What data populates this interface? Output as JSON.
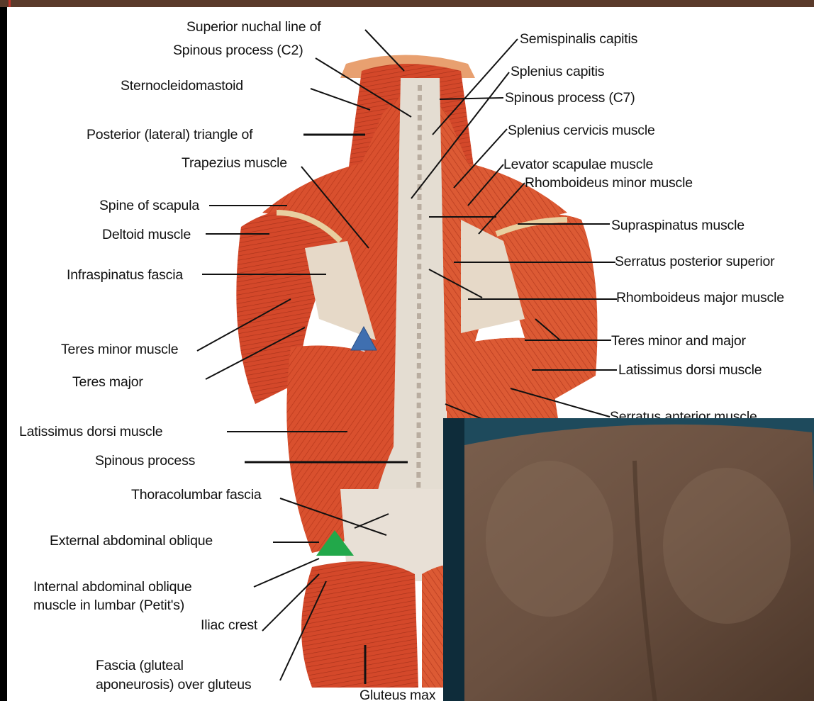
{
  "diagram": {
    "labels": {
      "superior_nuchal_line": "Superior nuchal line of",
      "spinous_c2": "Spinous process (C2)",
      "sternocleidomastoid": "Sternocleidomastoid",
      "posterior_triangle": "Posterior (lateral) triangle of",
      "trapezius": "Trapezius muscle",
      "spine_of_scapula": "Spine of scapula",
      "deltoid": "Deltoid muscle",
      "infraspinatus_fascia": "Infraspinatus fascia",
      "teres_minor": "Teres minor muscle",
      "teres_major": "Teres major",
      "latissimus_left": "Latissimus dorsi muscle",
      "spinous_process": "Spinous process",
      "thoracolumbar_fascia": "Thoracolumbar fascia",
      "external_oblique": "External abdominal oblique",
      "internal_oblique_1": "Internal abdominal oblique",
      "internal_oblique_2": "muscle in lumbar (Petit's)",
      "iliac_crest": "Iliac crest",
      "fascia_gluteal_1": "Fascia (gluteal",
      "fascia_gluteal_2": "aponeurosis) over gluteus",
      "gluteus_max": "Gluteus max",
      "semispinalis": "Semispinalis capitis",
      "splenius_capitis": "Splenius capitis",
      "spinous_c7": "Spinous process (C7)",
      "splenius_cervicis": "Splenius cervicis muscle",
      "levator_scapulae": "Levator scapulae muscle",
      "rhomboideus_minor": "Rhomboideus minor muscle",
      "supraspinatus": "Supraspinatus muscle",
      "serratus_posterior": "Serratus posterior superior",
      "rhomboideus_major": "Rhomboideus major muscle",
      "teres_minor_major": "Teres minor and major",
      "latissimus_right": "Latissimus dorsi muscle",
      "serratus_anterior": "Serratus anterior muscle"
    },
    "markers": [
      {
        "name": "blue-triangle",
        "color": "#3f6fb0"
      },
      {
        "name": "green-triangle",
        "color": "#22a84a"
      }
    ],
    "colors": {
      "muscle": "#d9502e",
      "fascia": "#e4ddd2",
      "skin": "#6a5040"
    }
  }
}
